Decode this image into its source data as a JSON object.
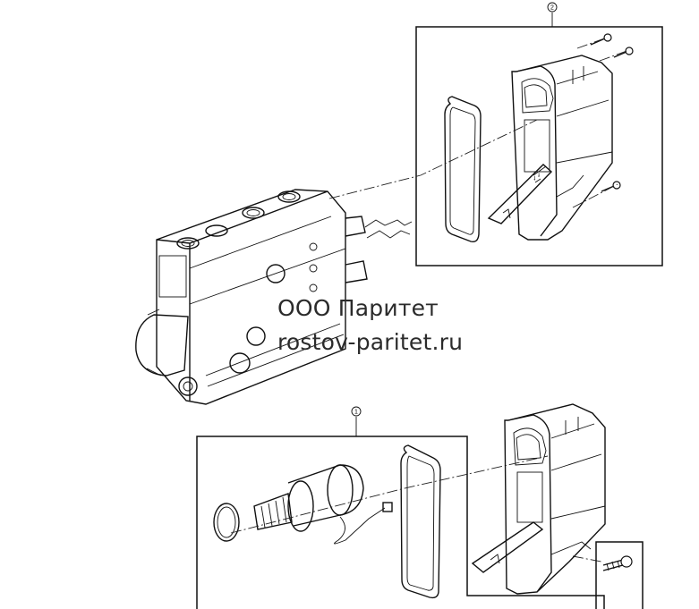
{
  "watermark": {
    "company": "ООО Паритет",
    "site": "rostov-paritet.ru"
  },
  "callouts": {
    "top": "2",
    "bottom": "1"
  }
}
